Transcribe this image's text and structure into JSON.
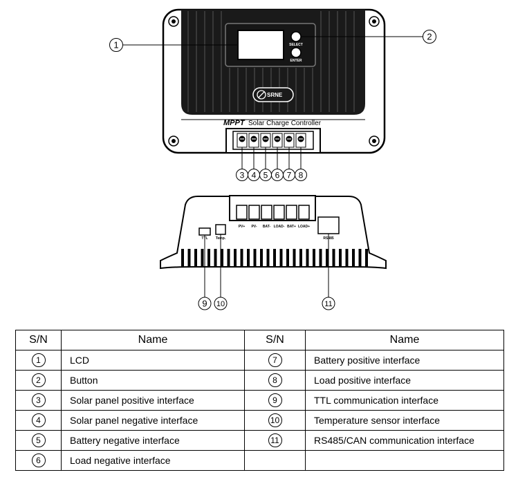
{
  "diagram": {
    "front": {
      "brand": "SRNE",
      "product_label_bold": "MPPT",
      "product_label": "Solar Charge Controller",
      "button_select": "SELECT",
      "button_enter": "ENTER",
      "callouts": [
        "1",
        "2",
        "3",
        "4",
        "5",
        "6",
        "7",
        "8"
      ]
    },
    "bottom": {
      "terminal_labels": [
        "PV+",
        "PV-",
        "BAT-",
        "LOAD-",
        "BAT+",
        "LOAD+"
      ],
      "port_ttl": "TTL",
      "port_temp": "Temp.",
      "port_rs485": "RS485",
      "callouts": [
        "9",
        "10",
        "11"
      ]
    }
  },
  "table": {
    "headers": [
      "S/N",
      "Name",
      "S/N",
      "Name"
    ],
    "rows": [
      {
        "sn1": "1",
        "name1": "LCD",
        "sn2": "7",
        "name2": "Battery positive interface"
      },
      {
        "sn1": "2",
        "name1": "Button",
        "sn2": "8",
        "name2": "Load positive interface"
      },
      {
        "sn1": "3",
        "name1": "Solar panel positive interface",
        "sn2": "9",
        "name2": "TTL communication interface"
      },
      {
        "sn1": "4",
        "name1": "Solar panel negative interface",
        "sn2": "10",
        "name2": "Temperature sensor interface"
      },
      {
        "sn1": "5",
        "name1": "Battery negative interface",
        "sn2": "11",
        "name2": "RS485/CAN communication interface"
      },
      {
        "sn1": "6",
        "name1": "Load negative interface",
        "sn2": "",
        "name2": ""
      }
    ]
  }
}
